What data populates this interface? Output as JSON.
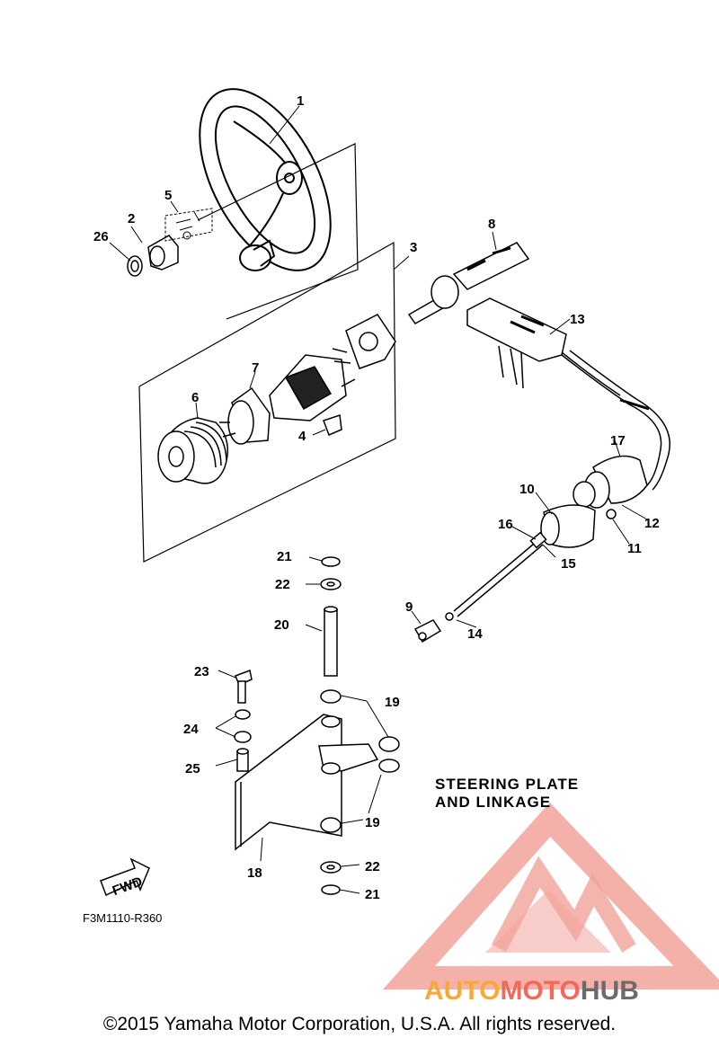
{
  "colors": {
    "line": "#000000",
    "brand_orange": "#f7a836",
    "brand_red": "#f06a5a",
    "brand_grey": "#6b6b6b",
    "watermark_pink": "#f2a39b"
  },
  "diagram": {
    "title_line1": "STEERING PLATE",
    "title_line2": "AND LINKAGE",
    "drawing_code": "F3M1110-R360",
    "fwd_label": "FWD",
    "callouts": [
      "1",
      "2",
      "3",
      "4",
      "5",
      "6",
      "7",
      "8",
      "9",
      "10",
      "11",
      "12",
      "13",
      "14",
      "15",
      "16",
      "17",
      "18",
      "19",
      "19",
      "20",
      "21",
      "21",
      "22",
      "22",
      "23",
      "24",
      "25",
      "26"
    ]
  },
  "watermark": {
    "part1": "AUTO",
    "part2": "MOTO",
    "part3": "HUB"
  },
  "footer": {
    "copyright": "©2015 Yamaha Motor Corporation, U.S.A. All rights reserved."
  }
}
